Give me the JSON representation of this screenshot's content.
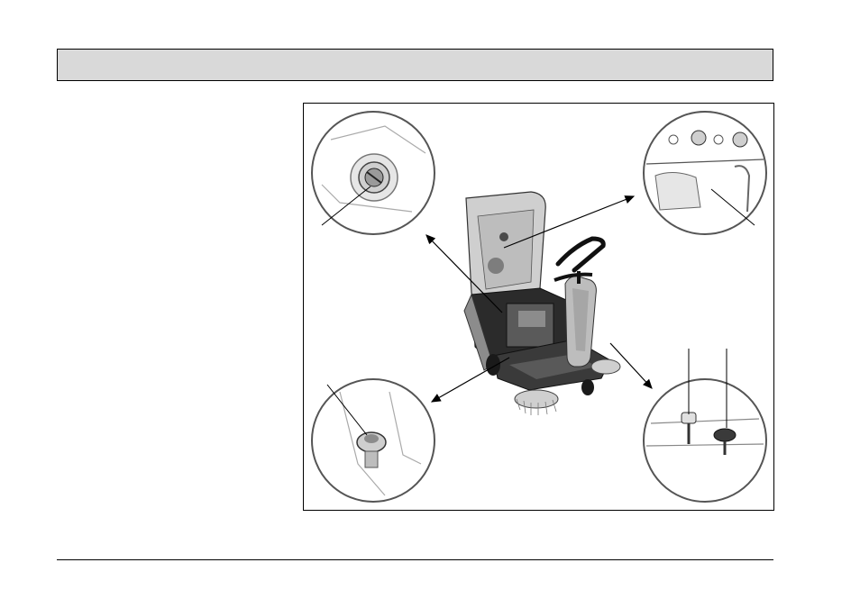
{
  "header": {
    "title": ""
  },
  "figure": {
    "callouts": [
      {
        "id": "top-left-detail",
        "icon": "drain-cap-detail"
      },
      {
        "id": "top-right-detail",
        "icon": "control-panel-detail"
      },
      {
        "id": "bottom-left-detail",
        "icon": "adjustment-knob-detail"
      },
      {
        "id": "bottom-right-detail",
        "icon": "twin-knob-detail"
      }
    ],
    "machine": "sweeper-machine-illustration"
  },
  "colors": {
    "frame": "#000000",
    "header_fill": "#d9d9d9",
    "machine_dark": "#2b2b2b",
    "machine_mid": "#8c8c8c",
    "machine_light": "#cfcfcf"
  }
}
